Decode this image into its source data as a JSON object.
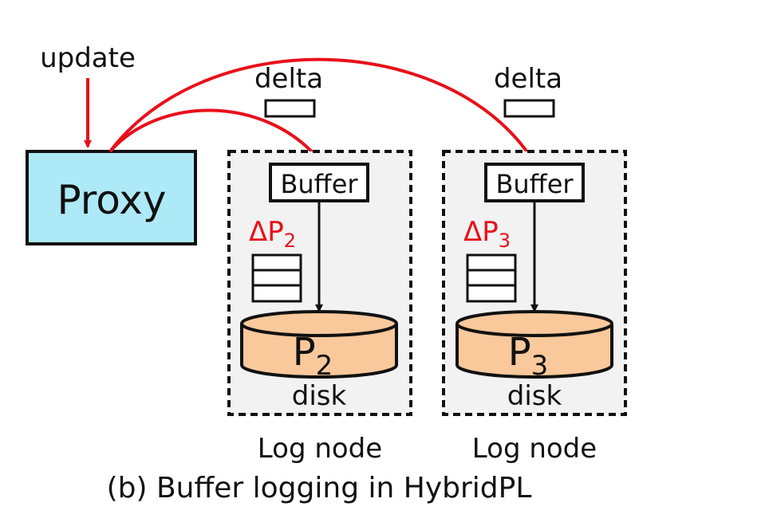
{
  "labels": {
    "update": "update",
    "proxy": "Proxy",
    "caption": "(b) Buffer logging in HybridPL"
  },
  "nodes": [
    {
      "delta_label": "delta",
      "buffer_label": "Buffer",
      "delta_prefix": "ΔP",
      "delta_sub": "2",
      "partition_prefix": "P",
      "partition_sub": "2",
      "disk_label": "disk",
      "node_label": "Log node"
    },
    {
      "delta_label": "delta",
      "buffer_label": "Buffer",
      "delta_prefix": "ΔP",
      "delta_sub": "3",
      "partition_prefix": "P",
      "partition_sub": "3",
      "disk_label": "disk",
      "node_label": "Log node"
    }
  ],
  "colors": {
    "proxy_fill": "#aee9f7",
    "disk_fill": "#f9c89b",
    "node_bg": "#f2f2f2",
    "arrow_red": "#e8101a",
    "delta_red": "#e8101a"
  }
}
